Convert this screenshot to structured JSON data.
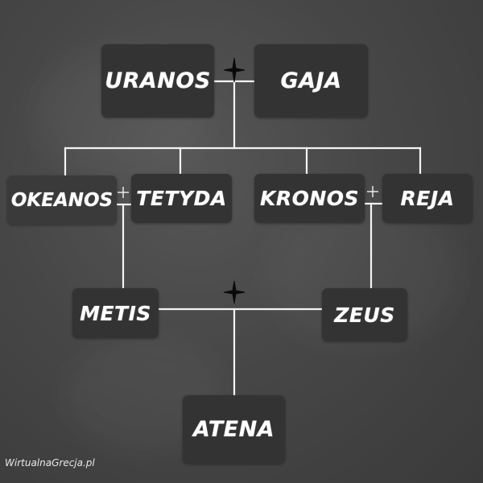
{
  "diagram": {
    "nodes": {
      "uranos": "URANOS",
      "gaja": "GAJA",
      "okeanos": "OKEANOS",
      "tetyda": "TETYDA",
      "kronos": "KRONOS",
      "reja": "REJA",
      "metis": "METIS",
      "zeus": "ZEUS",
      "atena": "ATENA"
    },
    "marriage_symbol": "+",
    "colors": {
      "background": "#474747",
      "box_fill": "#333333",
      "box_fill_light": "#3a3a3a",
      "line": "#ffffff",
      "text": "#ffffff"
    }
  },
  "footer": {
    "watermark": "WirtualnaGrecja.pl"
  }
}
